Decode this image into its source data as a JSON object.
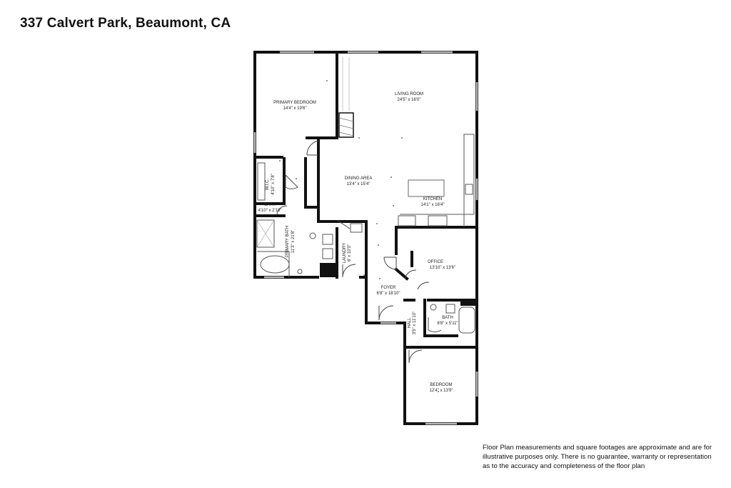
{
  "title": "337 Calvert Park, Beaumont, CA",
  "rooms": {
    "primary_bedroom": {
      "name": "PRIMARY BEDROOM",
      "dims": "14'4\" x 19'6\""
    },
    "living_room": {
      "name": "LIVING ROOM",
      "dims": "24'5\" x 16'0\""
    },
    "dining_area": {
      "name": "DINING AREA",
      "dims": "13'4\" x 15'4\""
    },
    "kitchen": {
      "name": "KITCHEN",
      "dims": "14'1\" x 16'4\""
    },
    "wic": {
      "name": "W.I.C.",
      "dims": "4'10\" x 7'8\""
    },
    "bath_small": {
      "name": "BATH",
      "dims": "4'10\" x 2'10\""
    },
    "primary_bath": {
      "name": "PRIMARY BATH",
      "dims": "11'3\" x 21'8\""
    },
    "laundry": {
      "name": "LAUNDRY",
      "dims": "6' x 10'0\""
    },
    "office": {
      "name": "OFFICE",
      "dims": "13'10\" x 13'6\""
    },
    "foyer": {
      "name": "FOYER",
      "dims": "6'8\" x 18'10\""
    },
    "bath2": {
      "name": "BATH",
      "dims": "6'8\" x 5'11\""
    },
    "hall": {
      "name": "HALL",
      "dims": "3'5\" x 11'10\""
    },
    "bedroom": {
      "name": "BEDROOM",
      "dims": "12'4\" x 13'9\""
    }
  },
  "disclaimer": {
    "line1": "Floor Plan measurements and square footages are approximate and are for",
    "line2": "illustrative purposes only. There is no guarantee, warranty or representation",
    "line3": "as to the accuracy and completeness of the floor plan"
  },
  "colors": {
    "wall": "#111111",
    "window": "#bdbdbd",
    "fixture": "#555555"
  }
}
